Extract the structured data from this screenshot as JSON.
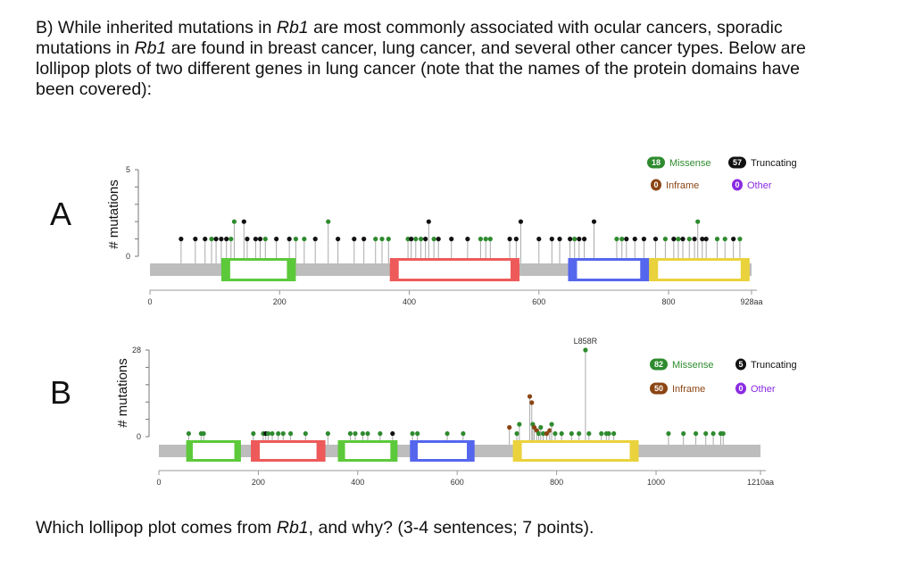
{
  "intro": {
    "p1": "B) While inherited mutations in ",
    "g1": "Rb1",
    "p2": " are most commonly associated with ocular cancers, sporadic mutations in ",
    "g2": "Rb1",
    "p3": " are found in breast cancer, lung cancer, and several other cancer types.  Below are lollipop plots of two different genes in lung cancer (note that the names of the protein domains have been covered):"
  },
  "question": {
    "p1": "Which lollipop plot comes from ",
    "g1": "Rb1",
    "p2": ", and why?  (3-4 sentences; 7 points)."
  },
  "colors": {
    "missense": "#2e8b2e",
    "truncating": "#111111",
    "inframe": "#8b4513",
    "other": "#8a2be2",
    "backbone": "#bdbdbd",
    "green": "#5cc93a",
    "red": "#ee5a5a",
    "blue": "#5566ee",
    "yellow": "#ead23c"
  },
  "chart_data": [
    {
      "type": "lollipop",
      "panel": "A",
      "ylabel": "# mutations",
      "yticks": [
        "5",
        "0"
      ],
      "ylim": [
        0,
        5
      ],
      "length": 928,
      "xticks": [
        "0",
        "200",
        "400",
        "600",
        "800",
        "928aa"
      ],
      "xtick_values": [
        0,
        200,
        400,
        600,
        800,
        928
      ],
      "legend": [
        {
          "count": "18",
          "label": "Missense",
          "kind": "missense"
        },
        {
          "count": "57",
          "label": "Truncating",
          "kind": "truncating"
        },
        {
          "count": "0",
          "label": "Inframe",
          "kind": "inframe"
        },
        {
          "count": "0",
          "label": "Other",
          "kind": "other"
        }
      ],
      "domains": [
        {
          "start": 110,
          "end": 225,
          "color": "green"
        },
        {
          "start": 370,
          "end": 570,
          "color": "red"
        },
        {
          "start": 645,
          "end": 770,
          "color": "blue"
        },
        {
          "start": 770,
          "end": 925,
          "color": "yellow"
        }
      ],
      "mutations": [
        [
          48,
          1,
          "truncating"
        ],
        [
          70,
          1,
          "truncating"
        ],
        [
          85,
          1,
          "truncating"
        ],
        [
          95,
          1,
          "missense"
        ],
        [
          102,
          1,
          "truncating"
        ],
        [
          110,
          1,
          "truncating"
        ],
        [
          118,
          1,
          "truncating"
        ],
        [
          125,
          1,
          "missense"
        ],
        [
          130,
          2,
          "missense"
        ],
        [
          145,
          2,
          "truncating"
        ],
        [
          150,
          1,
          "truncating"
        ],
        [
          163,
          1,
          "truncating"
        ],
        [
          170,
          1,
          "truncating"
        ],
        [
          178,
          1,
          "missense"
        ],
        [
          195,
          1,
          "truncating"
        ],
        [
          215,
          1,
          "truncating"
        ],
        [
          225,
          1,
          "missense"
        ],
        [
          238,
          1,
          "missense"
        ],
        [
          255,
          1,
          "truncating"
        ],
        [
          275,
          2,
          "missense"
        ],
        [
          290,
          1,
          "truncating"
        ],
        [
          315,
          1,
          "truncating"
        ],
        [
          330,
          1,
          "truncating"
        ],
        [
          348,
          1,
          "missense"
        ],
        [
          358,
          1,
          "missense"
        ],
        [
          368,
          1,
          "missense"
        ],
        [
          398,
          1,
          "missense"
        ],
        [
          403,
          1,
          "truncating"
        ],
        [
          410,
          1,
          "missense"
        ],
        [
          418,
          1,
          "missense"
        ],
        [
          425,
          1,
          "truncating"
        ],
        [
          430,
          2,
          "truncating"
        ],
        [
          438,
          1,
          "missense"
        ],
        [
          445,
          1,
          "truncating"
        ],
        [
          465,
          1,
          "truncating"
        ],
        [
          490,
          1,
          "truncating"
        ],
        [
          510,
          1,
          "missense"
        ],
        [
          518,
          1,
          "missense"
        ],
        [
          525,
          1,
          "missense"
        ],
        [
          555,
          1,
          "truncating"
        ],
        [
          565,
          1,
          "truncating"
        ],
        [
          572,
          2,
          "truncating"
        ],
        [
          600,
          1,
          "truncating"
        ],
        [
          620,
          1,
          "truncating"
        ],
        [
          632,
          1,
          "truncating"
        ],
        [
          648,
          1,
          "truncating"
        ],
        [
          655,
          1,
          "missense"
        ],
        [
          662,
          1,
          "truncating"
        ],
        [
          670,
          1,
          "truncating"
        ],
        [
          685,
          2,
          "truncating"
        ],
        [
          720,
          1,
          "missense"
        ],
        [
          728,
          1,
          "missense"
        ],
        [
          735,
          1,
          "truncating"
        ],
        [
          748,
          1,
          "truncating"
        ],
        [
          762,
          1,
          "truncating"
        ],
        [
          780,
          1,
          "truncating"
        ],
        [
          795,
          1,
          "missense"
        ],
        [
          808,
          1,
          "truncating"
        ],
        [
          815,
          1,
          "missense"
        ],
        [
          822,
          1,
          "truncating"
        ],
        [
          832,
          1,
          "missense"
        ],
        [
          840,
          1,
          "truncating"
        ],
        [
          845,
          2,
          "missense"
        ],
        [
          852,
          1,
          "truncating"
        ],
        [
          858,
          1,
          "truncating"
        ],
        [
          875,
          1,
          "missense"
        ],
        [
          887,
          1,
          "missense"
        ],
        [
          900,
          1,
          "truncating"
        ],
        [
          910,
          1,
          "missense"
        ]
      ]
    },
    {
      "type": "lollipop",
      "panel": "B",
      "ylabel": "# mutations",
      "yticks": [
        "28",
        "0"
      ],
      "ylim": [
        0,
        28
      ],
      "length": 1210,
      "xticks": [
        "0",
        "200",
        "400",
        "600",
        "800",
        "1000",
        "1210aa"
      ],
      "xtick_values": [
        0,
        200,
        400,
        600,
        800,
        1000,
        1210
      ],
      "legend": [
        {
          "count": "82",
          "label": "Missense",
          "kind": "missense"
        },
        {
          "count": "5",
          "label": "Truncating",
          "kind": "truncating"
        },
        {
          "count": "50",
          "label": "Inframe",
          "kind": "inframe"
        },
        {
          "count": "0",
          "label": "Other",
          "kind": "other"
        }
      ],
      "annotations": [
        {
          "label": "L858R",
          "position": 858,
          "count": 28
        }
      ],
      "domains": [
        {
          "start": 55,
          "end": 165,
          "color": "green"
        },
        {
          "start": 185,
          "end": 335,
          "color": "red"
        },
        {
          "start": 360,
          "end": 480,
          "color": "green"
        },
        {
          "start": 505,
          "end": 635,
          "color": "blue"
        },
        {
          "start": 712,
          "end": 965,
          "color": "yellow"
        }
      ],
      "mutations": [
        [
          60,
          1,
          "missense"
        ],
        [
          85,
          1,
          "missense"
        ],
        [
          90,
          1,
          "missense"
        ],
        [
          190,
          1,
          "missense"
        ],
        [
          210,
          1,
          "missense"
        ],
        [
          215,
          1,
          "truncating"
        ],
        [
          220,
          1,
          "missense"
        ],
        [
          228,
          1,
          "missense"
        ],
        [
          240,
          1,
          "missense"
        ],
        [
          250,
          1,
          "missense"
        ],
        [
          265,
          1,
          "missense"
        ],
        [
          295,
          1,
          "missense"
        ],
        [
          340,
          1,
          "missense"
        ],
        [
          385,
          1,
          "missense"
        ],
        [
          395,
          1,
          "missense"
        ],
        [
          410,
          1,
          "missense"
        ],
        [
          420,
          1,
          "missense"
        ],
        [
          445,
          1,
          "missense"
        ],
        [
          470,
          1,
          "truncating"
        ],
        [
          510,
          1,
          "missense"
        ],
        [
          520,
          1,
          "missense"
        ],
        [
          580,
          1,
          "missense"
        ],
        [
          612,
          1,
          "missense"
        ],
        [
          705,
          3,
          "inframe"
        ],
        [
          720,
          1,
          "missense"
        ],
        [
          725,
          4,
          "missense"
        ],
        [
          746,
          13,
          "inframe"
        ],
        [
          750,
          11,
          "inframe"
        ],
        [
          752,
          4,
          "missense"
        ],
        [
          755,
          3,
          "inframe"
        ],
        [
          760,
          2,
          "inframe"
        ],
        [
          764,
          1,
          "missense"
        ],
        [
          768,
          3,
          "missense"
        ],
        [
          773,
          1,
          "missense"
        ],
        [
          780,
          1,
          "inframe"
        ],
        [
          786,
          2,
          "inframe"
        ],
        [
          790,
          4,
          "missense"
        ],
        [
          797,
          1,
          "missense"
        ],
        [
          810,
          1,
          "missense"
        ],
        [
          830,
          1,
          "missense"
        ],
        [
          845,
          1,
          "missense"
        ],
        [
          858,
          28,
          "missense"
        ],
        [
          865,
          1,
          "missense"
        ],
        [
          890,
          1,
          "missense"
        ],
        [
          900,
          1,
          "missense"
        ],
        [
          905,
          1,
          "missense"
        ],
        [
          915,
          1,
          "missense"
        ],
        [
          1025,
          1,
          "missense"
        ],
        [
          1055,
          1,
          "missense"
        ],
        [
          1080,
          1,
          "missense"
        ],
        [
          1100,
          1,
          "missense"
        ],
        [
          1115,
          1,
          "missense"
        ],
        [
          1130,
          1,
          "missense"
        ],
        [
          1135,
          1,
          "missense"
        ]
      ]
    }
  ]
}
